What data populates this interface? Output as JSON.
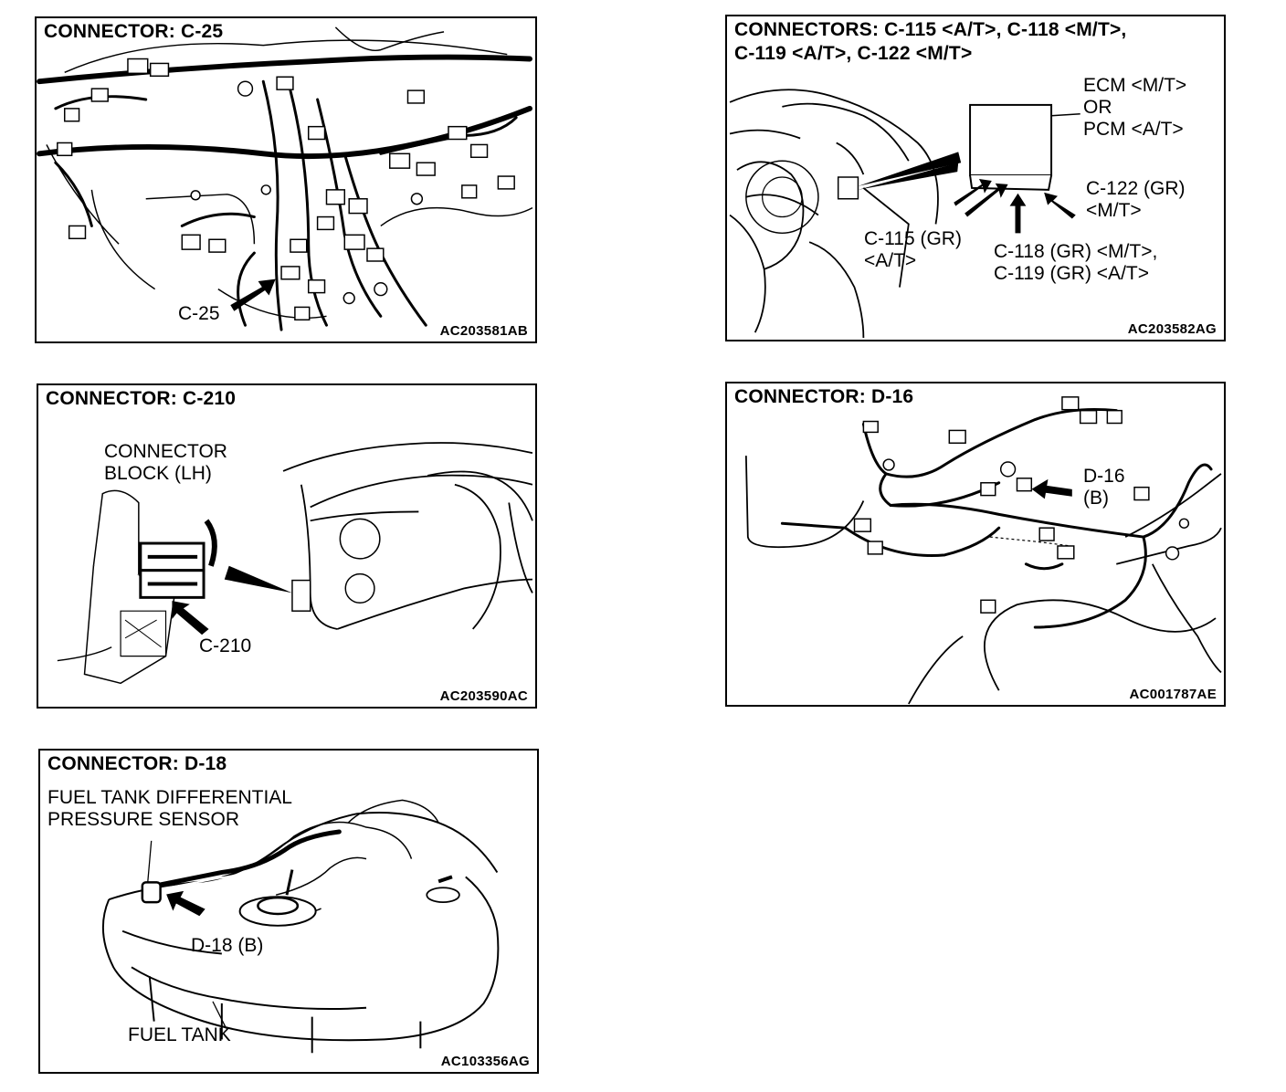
{
  "panels": {
    "c25": {
      "title": "CONNECTOR: C-25",
      "callout": "C-25",
      "code": "AC203581AB"
    },
    "c115": {
      "title_line1": "CONNECTORS: C-115 <A/T>, C-118 <M/T>,",
      "title_line2": "C-119 <A/T>, C-122 <M/T>",
      "ecm_line1": "ECM <M/T>",
      "ecm_line2": "OR",
      "ecm_line3": "PCM <A/T>",
      "c122_line1": "C-122 (GR)",
      "c122_line2": "<M/T>",
      "c115_line1": "C-115 (GR)",
      "c115_line2": "<A/T>",
      "c118_line1": "C-118 (GR) <M/T>,",
      "c118_line2": "C-119 (GR) <A/T>",
      "code": "AC203582AG"
    },
    "c210": {
      "title": "CONNECTOR: C-210",
      "block_line1": "CONNECTOR",
      "block_line2": "BLOCK (LH)",
      "callout": "C-210",
      "code": "AC203590AC"
    },
    "d16": {
      "title": "CONNECTOR: D-16",
      "callout_line1": "D-16",
      "callout_line2": "(B)",
      "code": "AC001787AE"
    },
    "d18": {
      "title": "CONNECTOR: D-18",
      "sensor_line1": "FUEL TANK DIFFERENTIAL",
      "sensor_line2": "PRESSURE SENSOR",
      "callout": "D-18 (B)",
      "tank": "FUEL TANK",
      "code": "AC103356AG"
    }
  }
}
